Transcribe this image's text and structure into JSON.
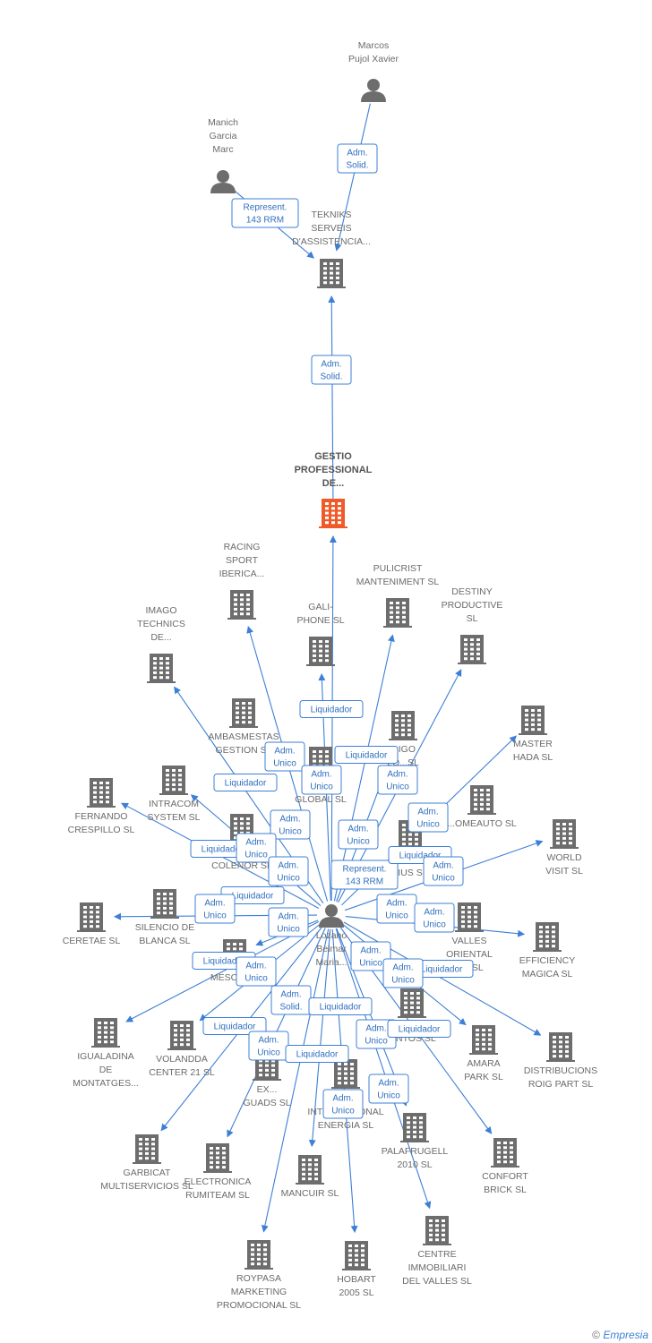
{
  "colors": {
    "edge": "#3d7fd6",
    "building": "#6d6d6d",
    "focus": "#f05a28",
    "person": "#6d6d6d"
  },
  "footer": {
    "copyright": "©",
    "brand": "Empresia"
  },
  "nodes": [
    {
      "id": "marcos",
      "kind": "person",
      "lines": [
        "Marcos",
        "Pujol Xavier"
      ]
    },
    {
      "id": "manich",
      "kind": "person",
      "lines": [
        "Manich",
        "Garcia",
        "Marc"
      ]
    },
    {
      "id": "lozano",
      "kind": "person",
      "lines": [
        "Lozano",
        "Belmar",
        "Maria..."
      ]
    },
    {
      "id": "tekniks",
      "kind": "company",
      "lines": [
        "TEKNIKS",
        "SERVEIS",
        "D'ASSISTENCIA..."
      ]
    },
    {
      "id": "gestio",
      "kind": "focus",
      "lines": [
        "GESTIO",
        "PROFESSIONAL",
        "DE..."
      ]
    },
    {
      "id": "racing",
      "kind": "company",
      "lines": [
        "RACING",
        "SPORT",
        "IBERICA..."
      ]
    },
    {
      "id": "pulicrist",
      "kind": "company",
      "lines": [
        "PULICRIST",
        "MANTENIMENT SL"
      ]
    },
    {
      "id": "destiny",
      "kind": "company",
      "lines": [
        "DESTINY",
        "PRODUCTIVE",
        "SL"
      ]
    },
    {
      "id": "imago",
      "kind": "company",
      "lines": [
        "IMAGO",
        "TECHNICS",
        "DE..."
      ]
    },
    {
      "id": "galiphone",
      "kind": "company",
      "lines": [
        "GALI-",
        "PHONE SL"
      ]
    },
    {
      "id": "master",
      "kind": "company",
      "lines": [
        "MASTER",
        "HADA SL"
      ]
    },
    {
      "id": "ambasmestas",
      "kind": "company",
      "lines": [
        "AMBASMESTAS",
        "GESTION SL"
      ]
    },
    {
      "id": "ligo",
      "kind": "company",
      "lines": [
        "...IGO",
        "LO...SL"
      ]
    },
    {
      "id": "global",
      "kind": "company",
      "lines": [
        "GLOBAL SL"
      ]
    },
    {
      "id": "intracom",
      "kind": "company",
      "lines": [
        "INTRACOM",
        "SYSTEM SL"
      ]
    },
    {
      "id": "fernando",
      "kind": "company",
      "lines": [
        "FERNANDO",
        "CRESPILLO SL"
      ]
    },
    {
      "id": "homeauto",
      "kind": "company",
      "lines": [
        "...OMEAUTO SL"
      ]
    },
    {
      "id": "colenor",
      "kind": "company",
      "lines": [
        "...",
        "COLENOR SL"
      ]
    },
    {
      "id": "ius",
      "kind": "company",
      "lines": [
        "...IUS S..."
      ]
    },
    {
      "id": "world",
      "kind": "company",
      "lines": [
        "WORLD",
        "VISIT SL"
      ]
    },
    {
      "id": "ceretae",
      "kind": "company",
      "lines": [
        "CERETAE SL"
      ]
    },
    {
      "id": "silencio",
      "kind": "company",
      "lines": [
        "SILENCIO DE",
        "BLANCA SL"
      ]
    },
    {
      "id": "valles",
      "kind": "company",
      "lines": [
        "VALLES",
        "ORIENTAL",
        "...S SL"
      ]
    },
    {
      "id": "efficiency",
      "kind": "company",
      "lines": [
        "EFFICIENCY",
        "MAGICA SL"
      ]
    },
    {
      "id": "mescur",
      "kind": "company",
      "lines": [
        "MESCUR..."
      ]
    },
    {
      "id": "ntos",
      "kind": "company",
      "lines": [
        "...NTOS SL"
      ]
    },
    {
      "id": "igualadina",
      "kind": "company",
      "lines": [
        "IGUALADINA",
        "DE",
        "MONTATGES..."
      ]
    },
    {
      "id": "volandda",
      "kind": "company",
      "lines": [
        "VOLANDDA",
        "CENTER 21 SL"
      ]
    },
    {
      "id": "amara",
      "kind": "company",
      "lines": [
        "AMARA",
        "PARK SL"
      ]
    },
    {
      "id": "distribucions",
      "kind": "company",
      "lines": [
        "DISTRIBUCIONS",
        "ROIG PART SL"
      ]
    },
    {
      "id": "ex",
      "kind": "company",
      "lines": [
        "EX...",
        "GUADS SL"
      ]
    },
    {
      "id": "internacional",
      "kind": "company",
      "lines": [
        "INTERNACIONAL",
        "ENERGIA SL"
      ]
    },
    {
      "id": "palafrugell",
      "kind": "company",
      "lines": [
        "PALAFRUGELL",
        "2010 SL"
      ]
    },
    {
      "id": "garbicat",
      "kind": "company",
      "lines": [
        "GARBICAT",
        "MULTISERVICIOS SL"
      ]
    },
    {
      "id": "electronica",
      "kind": "company",
      "lines": [
        "ELECTRONICA",
        "RUMITEAM SL"
      ]
    },
    {
      "id": "mancuir",
      "kind": "company",
      "lines": [
        "MANCUIR SL"
      ]
    },
    {
      "id": "confort",
      "kind": "company",
      "lines": [
        "CONFORT",
        "BRICK SL"
      ]
    },
    {
      "id": "roypasa",
      "kind": "company",
      "lines": [
        "ROYPASA",
        "MARKETING",
        "PROMOCIONAL SL"
      ]
    },
    {
      "id": "hobart",
      "kind": "company",
      "lines": [
        "HOBART",
        "2005 SL"
      ]
    },
    {
      "id": "centre",
      "kind": "company",
      "lines": [
        "CENTRE",
        "IMMOBILIARI",
        "DEL VALLES SL"
      ]
    }
  ],
  "edges": [
    {
      "from": "marcos",
      "to": "tekniks"
    },
    {
      "from": "manich",
      "to": "tekniks"
    },
    {
      "from": "gestio",
      "to": "tekniks"
    },
    {
      "from": "lozano",
      "to": "gestio"
    },
    {
      "from": "lozano",
      "to": "racing"
    },
    {
      "from": "lozano",
      "to": "pulicrist"
    },
    {
      "from": "lozano",
      "to": "destiny"
    },
    {
      "from": "lozano",
      "to": "imago"
    },
    {
      "from": "lozano",
      "to": "galiphone"
    },
    {
      "from": "lozano",
      "to": "master"
    },
    {
      "from": "lozano",
      "to": "ligo"
    },
    {
      "from": "lozano",
      "to": "intracom"
    },
    {
      "from": "lozano",
      "to": "fernando"
    },
    {
      "from": "lozano",
      "to": "world"
    },
    {
      "from": "lozano",
      "to": "ceretae"
    },
    {
      "from": "lozano",
      "to": "efficiency"
    },
    {
      "from": "lozano",
      "to": "igualadina"
    },
    {
      "from": "lozano",
      "to": "distribucions"
    },
    {
      "from": "lozano",
      "to": "garbicat"
    },
    {
      "from": "lozano",
      "to": "confort"
    },
    {
      "from": "lozano",
      "to": "roypasa"
    },
    {
      "from": "lozano",
      "to": "hobart"
    },
    {
      "from": "lozano",
      "to": "centre"
    },
    {
      "from": "lozano",
      "to": "mancuir"
    },
    {
      "from": "lozano",
      "to": "electronica"
    },
    {
      "from": "lozano",
      "to": "amara"
    },
    {
      "from": "lozano",
      "to": "volandda"
    },
    {
      "from": "lozano",
      "to": "palafrugell"
    },
    {
      "from": "lozano",
      "to": "mescur"
    }
  ],
  "relations": [
    {
      "lines": [
        "Adm.",
        "Solid."
      ]
    },
    {
      "lines": [
        "Represent.",
        "143 RRM"
      ]
    },
    {
      "lines": [
        "Adm.",
        "Solid."
      ]
    },
    {
      "lines": [
        "Liquidador"
      ]
    },
    {
      "lines": [
        "Adm.",
        "Unico"
      ]
    },
    {
      "lines": [
        "Liquidador"
      ]
    },
    {
      "lines": [
        "Adm.",
        "Unico"
      ]
    },
    {
      "lines": [
        "Adm.",
        "Unico"
      ]
    },
    {
      "lines": [
        "Liquidador"
      ]
    },
    {
      "lines": [
        "Adm.",
        "Unico"
      ]
    },
    {
      "lines": [
        "Adm.",
        "Unico"
      ]
    },
    {
      "lines": [
        "Liquidador"
      ]
    },
    {
      "lines": [
        "Adm.",
        "Unico"
      ]
    },
    {
      "lines": [
        "Adm.",
        "Unico"
      ]
    },
    {
      "lines": [
        "Represent.",
        "143 RRM"
      ]
    },
    {
      "lines": [
        "Liquidador"
      ]
    },
    {
      "lines": [
        "Adm.",
        "Unico"
      ]
    },
    {
      "lines": [
        "Liquidador"
      ]
    },
    {
      "lines": [
        "Adm.",
        "Unico"
      ]
    },
    {
      "lines": [
        "Adm.",
        "Unico"
      ]
    },
    {
      "lines": [
        "Adm.",
        "Unico"
      ]
    },
    {
      "lines": [
        "Adm.",
        "Unico"
      ]
    },
    {
      "lines": [
        "Liquidador"
      ]
    },
    {
      "lines": [
        "Adm.",
        "Unico"
      ]
    },
    {
      "lines": [
        "Adm.",
        "Unico"
      ]
    },
    {
      "lines": [
        "Liquidador"
      ]
    },
    {
      "lines": [
        "Adm.",
        "Unico"
      ]
    },
    {
      "lines": [
        "Adm.",
        "Solid."
      ]
    },
    {
      "lines": [
        "Liquidador"
      ]
    },
    {
      "lines": [
        "Liquidador"
      ]
    },
    {
      "lines": [
        "Adm.",
        "Unico"
      ]
    },
    {
      "lines": [
        "Adm.",
        "Unico"
      ]
    },
    {
      "lines": [
        "Liquidador"
      ]
    },
    {
      "lines": [
        "Adm.",
        "Unico"
      ]
    },
    {
      "lines": [
        "Liquidador"
      ]
    },
    {
      "lines": [
        "Adm.",
        "Unico"
      ]
    },
    {
      "lines": [
        "Adm.",
        "Unico"
      ]
    }
  ]
}
